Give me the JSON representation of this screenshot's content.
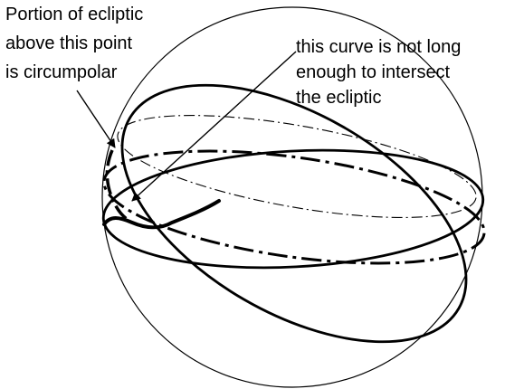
{
  "annotations": {
    "circumpolar_note": {
      "lines": [
        "Portion of ecliptic",
        "above this point",
        "is circumpolar"
      ]
    },
    "intersect_note": {
      "lines": [
        "this curve is not long",
        "enough to intersect",
        "the ecliptic"
      ]
    }
  },
  "colors": {
    "ink": "#000000",
    "background": "#ffffff"
  }
}
